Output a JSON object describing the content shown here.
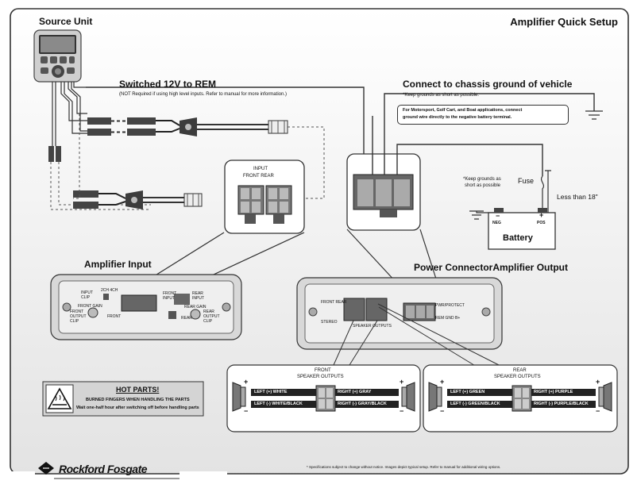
{
  "header": {
    "title": "Amplifier Quick Setup",
    "source_unit": "Source Unit"
  },
  "rem": {
    "title": "Switched 12V to REM",
    "note": "(NOT Required if using high level inputs. Refer to manual for more information.)"
  },
  "ground": {
    "title": "Connect to chassis ground of vehicle",
    "note": "*Keep grounds as short as possible.",
    "box_line1": "For Motorsport, Golf Cart, and Boat applications, connect",
    "box_line2": "ground wire directly to the negative battery terminal."
  },
  "battery": {
    "label": "Battery",
    "neg": "NEG",
    "pos": "POS",
    "minus": "−",
    "plus": "+",
    "fuse": "Fuse",
    "less_than": "Less than 18\"",
    "ground_note_1": "*Keep grounds as",
    "ground_note_2": "short as possible"
  },
  "input_callout": {
    "title": "INPUT",
    "sub": "FRONT REAR"
  },
  "sections": {
    "amp_input": "Amplifier Input",
    "power_output": "Power ConnectorAmplifier Output"
  },
  "amp_left": {
    "input_clip": "INPUT CLIP",
    "front_gain": "FRONT GAIN",
    "front_output_clip": "FRONT OUTPUT CLIP",
    "switch": "2CH   4CH",
    "front_lp": "FRONT",
    "rear_lp": "REAR",
    "front_input": "FRONT INPUT",
    "rear_input": "REAR INPUT",
    "rear_gain": "REAR GAIN",
    "rear_output_clip": "REAR OUTPUT CLIP"
  },
  "amp_right": {
    "front_rear": "FRONT  REAR",
    "stereo": "STEREO",
    "speaker_outputs": "SPEAKER OUTPUTS",
    "protect": "PWR/PROTECT",
    "rem_gnd": "REM  GND  B+"
  },
  "front_outputs": {
    "title1": "FRONT",
    "title2": "SPEAKER OUTPUTS",
    "l_pos": "LEFT (+) WHITE",
    "l_neg": "LEFT (-) WHITE/BLACK",
    "r_pos": "RIGHT (+) GRAY",
    "r_neg": "RIGHT (-) GRAY/BLACK"
  },
  "rear_outputs": {
    "title1": "REAR",
    "title2": "SPEAKER OUTPUTS",
    "l_pos": "LEFT (+) GREEN",
    "l_neg": "LEFT (-) GREEN/BLACK",
    "r_pos": "RIGHT (+) PURPLE",
    "r_neg": "RIGHT (-) PURPLE/BLACK"
  },
  "speaker_signs": {
    "plus": "+",
    "minus": "−"
  },
  "hot": {
    "title": "HOT PARTS!",
    "line1": "BURNED FINGERS WHEN HANDLING THE PARTS",
    "line2": "Wait one-half hour after switching off before handling parts"
  },
  "footer": {
    "note": "* Specifications subject to change without notice. Images depict typical setup. Refer to manual for additional wiring options.",
    "brand": "Rockford Fosgate"
  }
}
